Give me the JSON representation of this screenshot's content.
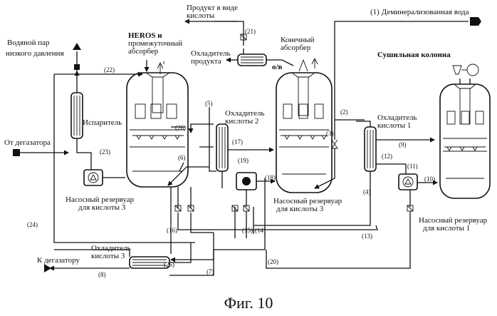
{
  "labels": {
    "steam": [
      "Водяной пар",
      "низкого давления"
    ],
    "heros": [
      "HEROS и",
      "промежуточный",
      "абсорбер"
    ],
    "product_acid": [
      "Продукт в виде",
      "кислоты"
    ],
    "demin_water": "(1) Деминерализованная вода",
    "final_absorber": [
      "Конечный",
      "абсорбер"
    ],
    "product_cooler": [
      "Охладитель",
      "продукта"
    ],
    "ov": "о/в",
    "drying_column": "Сушильная колонна",
    "evaporator": "Испаритель",
    "from_degasser": "От дегазатора",
    "acid_cooler_2": [
      "Охладитель",
      "кислоты 2"
    ],
    "acid_cooler_1": [
      "Охладитель",
      "кислоты 1"
    ],
    "pump_tank_3_left": [
      "Насосный резервуар",
      "для кислоты 3"
    ],
    "pump_tank_3_mid": [
      "Насосный резервуар",
      "для кислоты 3"
    ],
    "pump_tank_1": [
      "Насосный резервуар",
      "для кислоты 1"
    ],
    "to_degasser": "К дегазатору",
    "acid_cooler_3": [
      "Охладитель",
      "кислоты 3"
    ],
    "caption": "Фиг. 10"
  },
  "stream_numbers": {
    "s2": "(2)",
    "s3": "(3)",
    "s4": "(4)",
    "s5": "(5)",
    "s6": "(6)",
    "s7": "(7)",
    "s8": "(8)",
    "s9": "(9)",
    "s10": "(10)",
    "s11": "(11)",
    "s12": "(12)",
    "s13": "(13)",
    "s14": "(14)",
    "s15": "(15)",
    "s16": "(16)",
    "s17": "(17)",
    "s18": "(18)",
    "s19": "(19)",
    "s20": "(20)",
    "s21": "(21)",
    "s22": "(22)",
    "s23": "(23)",
    "s24": "(24)",
    "s25": "(25)",
    "s26": "(26)"
  }
}
